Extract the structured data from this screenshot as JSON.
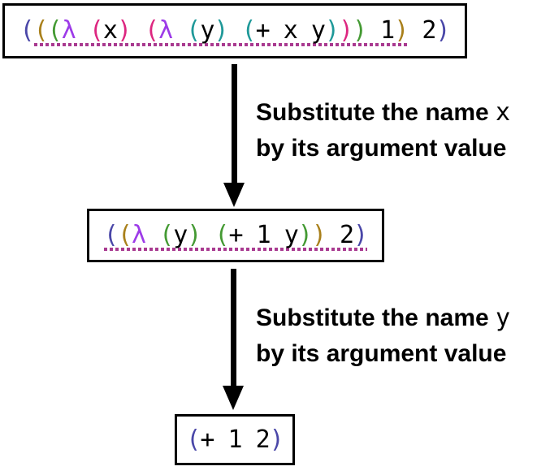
{
  "palette": {
    "paren_level_1": "#4a47a8",
    "paren_level_2": "#a9801b",
    "paren_level_3": "#449a33",
    "paren_level_4": "#dd2680",
    "paren_level_5": "#1f9999",
    "lambda": "#9d3be8",
    "code_text": "#000000",
    "underline_dots": "#a93a90",
    "box_border": "#000000",
    "arrow": "#000000"
  },
  "boxes": [
    {
      "name": "step-1",
      "expression": "(((λ (x) (λ (y) (+ x y))) 1) 2)",
      "pre": [
        {
          "t": "(",
          "c": "paren_level_1"
        }
      ],
      "redex": [
        {
          "t": "(",
          "c": "paren_level_2"
        },
        {
          "t": "(",
          "c": "paren_level_3"
        },
        {
          "t": "λ",
          "c": "lambda"
        },
        {
          "t": " ",
          "c": "code_text"
        },
        {
          "t": "(",
          "c": "paren_level_4"
        },
        {
          "t": "x",
          "c": "code_text"
        },
        {
          "t": ")",
          "c": "paren_level_4"
        },
        {
          "t": " ",
          "c": "code_text"
        },
        {
          "t": "(",
          "c": "paren_level_4"
        },
        {
          "t": "λ",
          "c": "lambda"
        },
        {
          "t": " ",
          "c": "code_text"
        },
        {
          "t": "(",
          "c": "paren_level_5"
        },
        {
          "t": "y",
          "c": "code_text"
        },
        {
          "t": ")",
          "c": "paren_level_5"
        },
        {
          "t": " ",
          "c": "code_text"
        },
        {
          "t": "(",
          "c": "paren_level_5"
        },
        {
          "t": "+ x y",
          "c": "code_text"
        },
        {
          "t": ")",
          "c": "paren_level_5"
        },
        {
          "t": ")",
          "c": "paren_level_4"
        },
        {
          "t": ")",
          "c": "paren_level_3"
        },
        {
          "t": " 1",
          "c": "code_text"
        },
        {
          "t": ")",
          "c": "paren_level_2"
        }
      ],
      "post": [
        {
          "t": " 2",
          "c": "code_text"
        },
        {
          "t": ")",
          "c": "paren_level_1"
        }
      ]
    },
    {
      "name": "step-2",
      "expression": "((λ (y) (+ 1 y)) 2)",
      "pre": [],
      "redex": [
        {
          "t": "(",
          "c": "paren_level_1"
        },
        {
          "t": "(",
          "c": "paren_level_2"
        },
        {
          "t": "λ",
          "c": "lambda"
        },
        {
          "t": " ",
          "c": "code_text"
        },
        {
          "t": "(",
          "c": "paren_level_3"
        },
        {
          "t": "y",
          "c": "code_text"
        },
        {
          "t": ")",
          "c": "paren_level_3"
        },
        {
          "t": " ",
          "c": "code_text"
        },
        {
          "t": "(",
          "c": "paren_level_3"
        },
        {
          "t": "+ 1 y",
          "c": "code_text"
        },
        {
          "t": ")",
          "c": "paren_level_3"
        },
        {
          "t": ")",
          "c": "paren_level_2"
        },
        {
          "t": " 2",
          "c": "code_text"
        },
        {
          "t": ")",
          "c": "paren_level_1"
        }
      ],
      "post": []
    },
    {
      "name": "step-3",
      "expression": "(+ 1 2)",
      "pre": [
        {
          "t": "(",
          "c": "paren_level_1"
        },
        {
          "t": "+ 1 2",
          "c": "code_text"
        },
        {
          "t": ")",
          "c": "paren_level_1"
        }
      ],
      "redex": [],
      "post": []
    }
  ],
  "arrows": [
    {
      "label_prefix": "Substitute the name ",
      "label_var": "x",
      "label_line2": "by its argument value"
    },
    {
      "label_prefix": "Substitute the name ",
      "label_var": "y",
      "label_line2": "by its argument value"
    }
  ]
}
